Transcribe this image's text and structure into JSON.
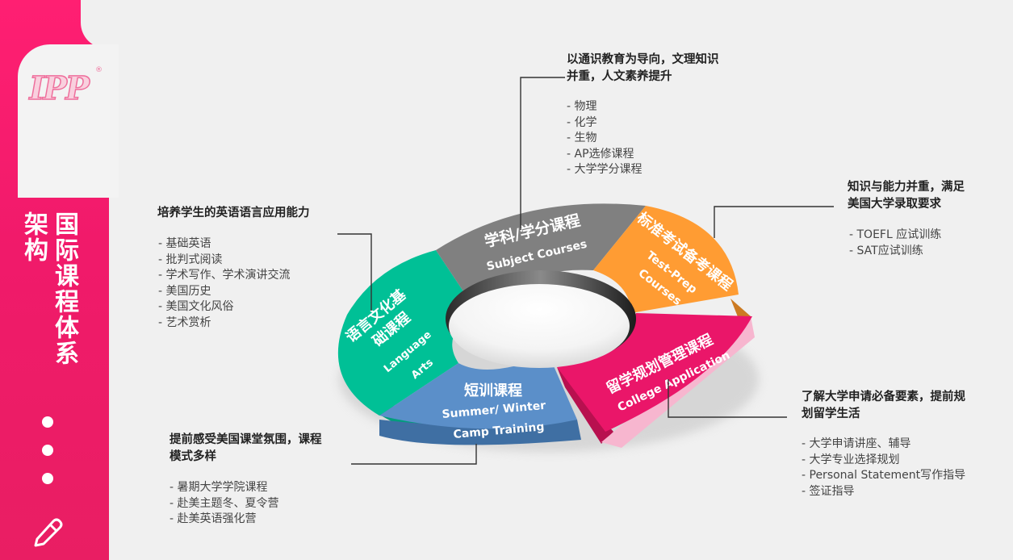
{
  "sidebar": {
    "logo_text": "IPP",
    "logo_mark": "®",
    "title_col1": "国际课程体系",
    "title_col2": "架构",
    "dots": 3,
    "icon": "pencil-icon"
  },
  "diagram": {
    "segments": {
      "subject": {
        "cn": "学科/学分课程",
        "en": "Subject Courses",
        "color": "#7f7f7f"
      },
      "testprep": {
        "cn": "标准考试备考课程",
        "en1": "Test-Prep",
        "en2": "Courses",
        "color": "#ff9c33"
      },
      "college": {
        "cn": "留学规划管理课程",
        "en": "College Application",
        "color": "#ea1669"
      },
      "summer": {
        "cn": "短训课程",
        "en1": "Summer/  Winter",
        "en2": "Camp Training",
        "color": "#5b8fc9"
      },
      "language": {
        "cn1": "语言文化基",
        "cn2": "础课程",
        "en1": "Language",
        "en2": "Arts",
        "color": "#00c096"
      }
    }
  },
  "callouts": {
    "subject": {
      "heading": [
        "以通识教育为导向，文理知识",
        "并重，人文素养提升"
      ],
      "items": [
        "- 物理",
        "- 化学",
        "- 生物",
        "- AP选修课程",
        "- 大学学分课程"
      ]
    },
    "testprep": {
      "heading": [
        "知识与能力并重，满足",
        "美国大学录取要求"
      ],
      "items": [
        "- TOEFL 应试训练",
        "- SAT应试训练"
      ]
    },
    "language": {
      "heading": [
        "培养学生的英语语言应用能力"
      ],
      "items": [
        "- 基础英语",
        "- 批判式阅读",
        "- 学术写作、学术演讲交流",
        "- 美国历史",
        "- 美国文化风俗",
        "- 艺术赏析"
      ]
    },
    "college": {
      "heading": [
        "了解大学申请必备要素，提前规",
        "划留学生活"
      ],
      "items": [
        "- 大学申请讲座、辅导",
        "- 大学专业选择规划",
        "- Personal Statement写作指导",
        "- 签证指导"
      ]
    },
    "summer": {
      "heading": [
        "提前感受美国课堂氛围，课程",
        "模式多样"
      ],
      "items": [
        "- 暑期大学学院课程",
        "- 赴美主题冬、夏令营",
        "- 赴美英语强化营"
      ]
    }
  }
}
